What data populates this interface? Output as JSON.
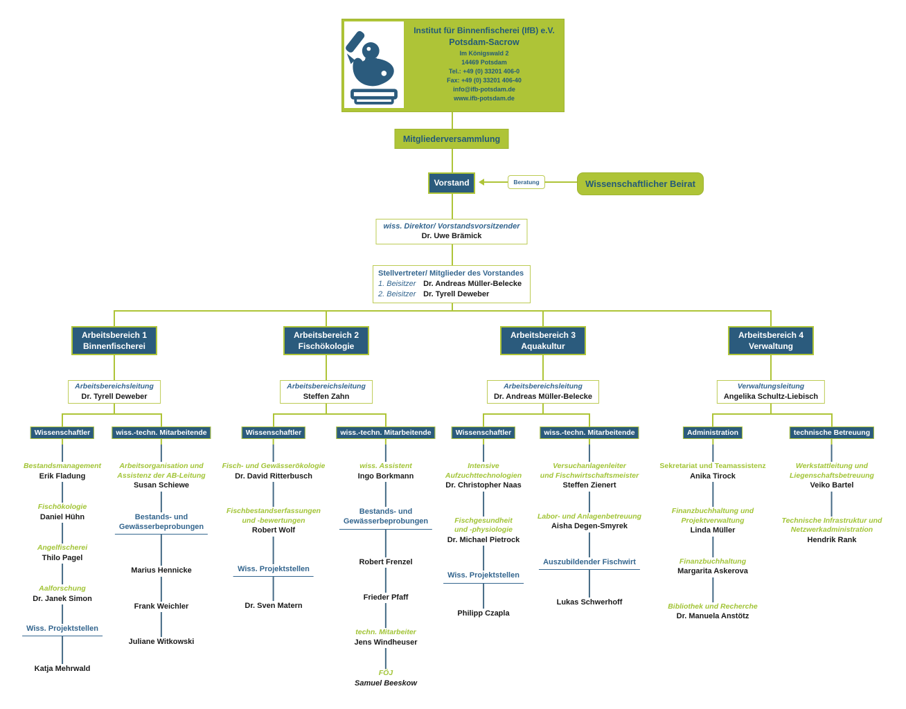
{
  "colors": {
    "brand_green": "#aec437",
    "brand_navy": "#2b5b7d",
    "steel_blue_text": "#33658e",
    "role_green_text": "#a2c437",
    "column_line": "#456a85"
  },
  "header": {
    "title": "Institut für Binnenfischerei (IfB) e.V.",
    "subtitle": "Potsdam-Sacrow",
    "address1": "Im Königswald 2",
    "address2": "14469 Potsdam",
    "tel": "Tel.: +49 (0) 33201 406-0",
    "fax": "Fax: +49 (0) 33201 406-40",
    "email": "info@ifb-potsdam.de",
    "web": "www.ifb-potsdam.de"
  },
  "assembly_label": "Mitgliederversammlung",
  "board_label": "Vorstand",
  "beratung_label": "Beratung",
  "advisory_label": "Wissenschaftlicher Beirat",
  "director": {
    "role": "wiss. Direktor/ Vorstandsvorsitzender",
    "name": "Dr. Uwe Brämick"
  },
  "deputies": {
    "title": "Stellvertreter/ Mitglieder des Vorstandes",
    "rows": [
      {
        "label": "1. Beisitzer",
        "name": "Dr. Andreas Müller-Belecke"
      },
      {
        "label": "2. Beisitzer",
        "name": "Dr. Tyrell Deweber"
      }
    ]
  },
  "departments": [
    {
      "name_line1": "Arbeitsbereich 1",
      "name_line2": "Binnenfischerei",
      "lead_role": "Arbeitsbereichsleitung",
      "lead_name": "Dr. Tyrell Deweber"
    },
    {
      "name_line1": "Arbeitsbereich 2",
      "name_line2": "Fischökologie",
      "lead_role": "Arbeitsbereichsleitung",
      "lead_name": "Steffen Zahn"
    },
    {
      "name_line1": "Arbeitsbereich 3",
      "name_line2": "Aquakultur",
      "lead_role": "Arbeitsbereichsleitung",
      "lead_name": "Dr. Andreas Müller-Belecke"
    },
    {
      "name_line1": "Arbeitsbereich 4",
      "name_line2": "Verwaltung",
      "lead_role": "Verwaltungsleitung",
      "lead_name": "Angelika Schultz-Liebisch"
    }
  ],
  "columns": [
    {
      "header": "Wissenschaftler",
      "entries": [
        {
          "role": "Bestandsmanagement",
          "name": "Erik Fladung"
        },
        {
          "role": "Fischökologie",
          "name": "Daniel Hühn"
        },
        {
          "role": "Angelfischerei",
          "name": "Thilo Pagel"
        },
        {
          "role": "Aalforschung",
          "name": "Dr. Janek Simon"
        },
        {
          "link": "Wiss. Projektstellen"
        },
        {
          "name": "Katja Mehrwald"
        }
      ]
    },
    {
      "header": "wiss.-techn. Mitarbeitende",
      "entries": [
        {
          "role": "Arbeitsorganisation und",
          "role2": "Assistenz der AB-Leitung",
          "name": "Susan Schiewe"
        },
        {
          "link": "Bestands- und",
          "link2": "Gewässerbeprobungen"
        },
        {
          "name": "Marius Hennicke"
        },
        {
          "name": "Frank Weichler"
        },
        {
          "name": "Juliane Witkowski"
        }
      ]
    },
    {
      "header": "Wissenschaftler",
      "entries": [
        {
          "role": "Fisch- und Gewässerökologie",
          "name": "Dr. David Ritterbusch"
        },
        {
          "role": "Fischbestandserfassungen",
          "role2": "und -bewertungen",
          "name": "Robert Wolf"
        },
        {
          "link": "Wiss. Projektstellen"
        },
        {
          "name": "Dr. Sven Matern"
        }
      ]
    },
    {
      "header": "wiss.-techn. Mitarbeitende",
      "entries": [
        {
          "role": "wiss. Assistent",
          "name": "Ingo Borkmann"
        },
        {
          "link": "Bestands- und",
          "link2": "Gewässerbeprobungen"
        },
        {
          "name": "Robert Frenzel"
        },
        {
          "name": "Frieder Pfaff"
        },
        {
          "role": "techn. Mitarbeiter",
          "name": "Jens Windheuser"
        },
        {
          "role": "FÖJ",
          "name": "Samuel Beeskow"
        }
      ]
    },
    {
      "header": "Wissenschaftler",
      "entries": [
        {
          "role": "Intensive",
          "role2": "Aufzuchttechnologien",
          "name": "Dr. Christopher Naas"
        },
        {
          "role": "Fischgesundheit",
          "role2": "und -physiologie",
          "name": "Dr. Michael Pietrock"
        },
        {
          "link": "Wiss. Projektstellen"
        },
        {
          "name": "Philipp Czapla"
        }
      ]
    },
    {
      "header": "wiss.-techn. Mitarbeitende",
      "entries": [
        {
          "role": "Versuchanlagenleiter",
          "role2": "und Fischwirtschaftsmeister",
          "name": "Steffen Zienert"
        },
        {
          "role": "Labor- und Anlagenbetreuung",
          "name": "Aisha Degen-Smyrek"
        },
        {
          "link": "Auszubildender Fischwirt"
        },
        {
          "name": "Lukas Schwerhoff"
        }
      ]
    },
    {
      "header": "Administration",
      "entries": [
        {
          "role": "Sekretariat und Teamassistenz",
          "name": "Anika Tirock"
        },
        {
          "role": "Finanzbuchhaltung und",
          "role2": "Projektverwaltung",
          "name": "Linda Müller"
        },
        {
          "role": "Finanzbuchhaltung",
          "name": "Margarita Askerova"
        },
        {
          "role": "Bibliothek und Recherche",
          "name": "Dr. Manuela Anstötz"
        }
      ]
    },
    {
      "header": "technische Betreuung",
      "entries": [
        {
          "role": "Werkstattleitung und",
          "role2": "Liegenschaftsbetreuung",
          "name": "Veiko Bartel"
        },
        {
          "role": "Technische Infrastruktur und",
          "role2": "Netzwerkadministration",
          "name": "Hendrik Rank"
        }
      ]
    }
  ]
}
